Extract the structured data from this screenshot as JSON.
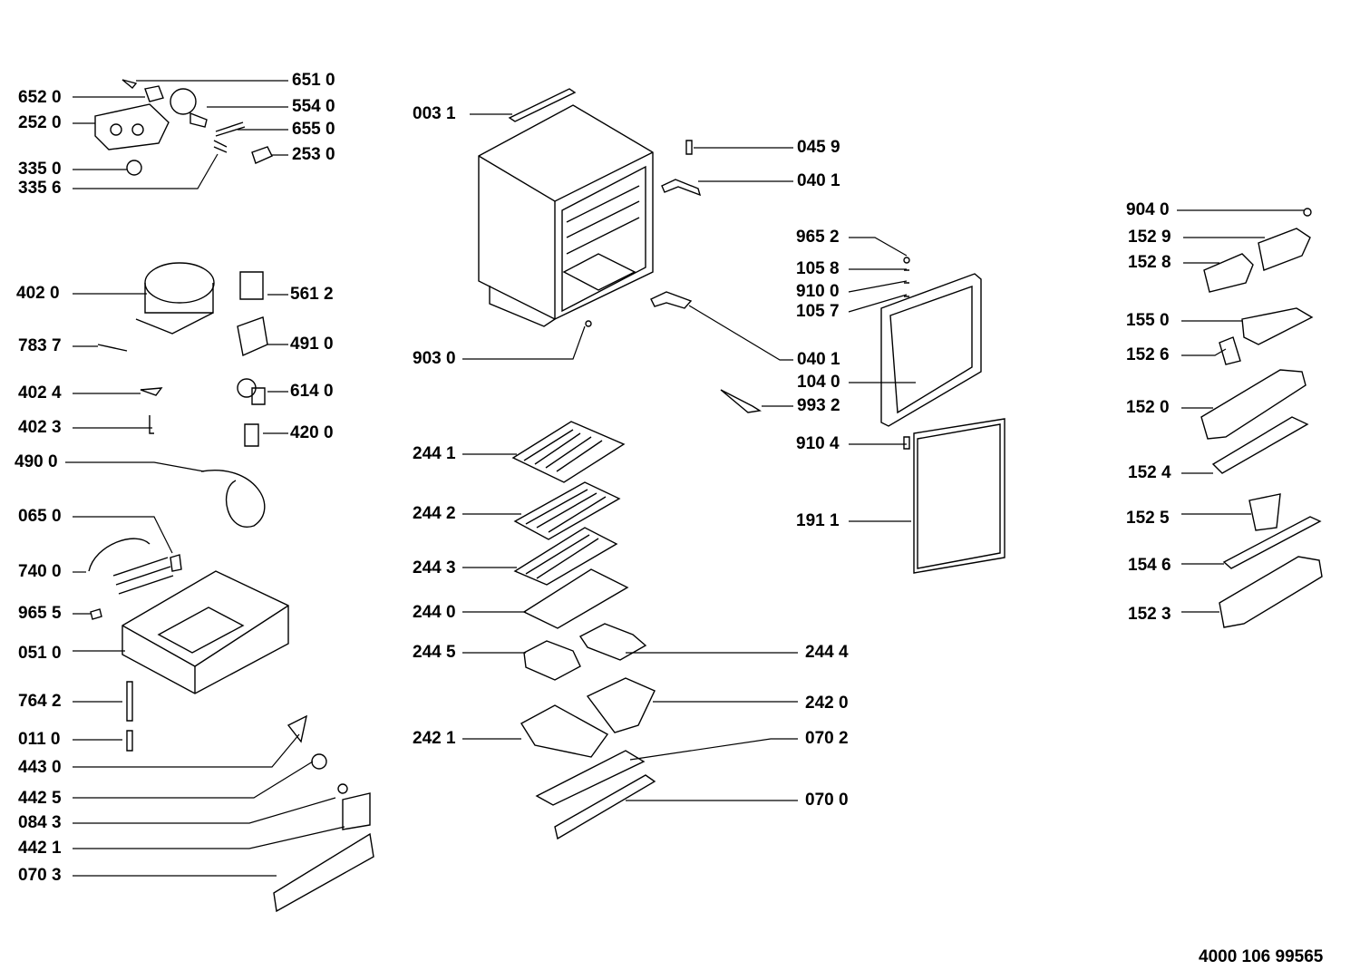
{
  "labels": {
    "p6510": "651 0",
    "p6520": "652 0",
    "p5540": "554 0",
    "p2520": "252 0",
    "p6550": "655 0",
    "p2530": "253 0",
    "p3350": "335 0",
    "p3356": "335 6",
    "p0031": "003 1",
    "p0459": "045 9",
    "p0401a": "040 1",
    "p9040": "904 0",
    "p9652": "965 2",
    "p1529": "152 9",
    "p1528": "152 8",
    "p1058": "105 8",
    "p9100": "910 0",
    "p1057": "105 7",
    "p4020": "402 0",
    "p5612": "561 2",
    "p1550": "155 0",
    "p7837": "783 7",
    "p4910": "491 0",
    "p1526": "152 6",
    "p9030": "903 0",
    "p0401b": "040 1",
    "p1040": "104 0",
    "p4024": "402 4",
    "p6140": "614 0",
    "p9932": "993 2",
    "p1520": "152 0",
    "p4023": "402 3",
    "p4200": "420 0",
    "p9104": "910 4",
    "p4900": "490 0",
    "p2441": "244 1",
    "p1524": "152 4",
    "p2442": "244 2",
    "p0650": "065 0",
    "p1911": "191 1",
    "p1525": "152 5",
    "p7400": "740 0",
    "p2443": "244 3",
    "p1546": "154 6",
    "p9655": "965 5",
    "p2440": "244 0",
    "p1523": "152 3",
    "p0510": "051 0",
    "p2445": "244 5",
    "p2444": "244 4",
    "p7642": "764 2",
    "p2420": "242 0",
    "p0110": "011 0",
    "p2421": "242 1",
    "p0702": "070 2",
    "p4430": "443 0",
    "p4425": "442 5",
    "p0700": "070 0",
    "p0843": "084 3",
    "p4421": "442 1",
    "p0703": "070 3"
  },
  "document_number": "4000 106 99565"
}
